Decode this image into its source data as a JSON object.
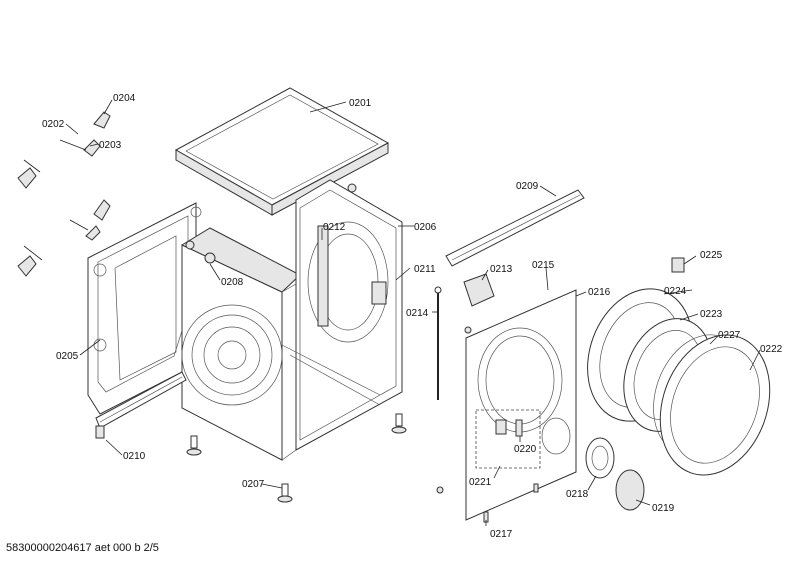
{
  "labels": {
    "p0201": "0201",
    "p0202": "0202",
    "p0203": "0203",
    "p0204": "0204",
    "p0205": "0205",
    "p0206": "0206",
    "p0207": "0207",
    "p0208": "0208",
    "p0209": "0209",
    "p0210": "0210",
    "p0211": "0211",
    "p0212": "0212",
    "p0213": "0213",
    "p0214": "0214",
    "p0215": "0215",
    "p0216": "0216",
    "p0217": "0217",
    "p0218": "0218",
    "p0219": "0219",
    "p0220": "0220",
    "p0221": "0221",
    "p0222": "0222",
    "p0223": "0223",
    "p0224": "0224",
    "p0225": "0225",
    "p0227": "0227"
  },
  "footer": "58300000204617 aet 000 b 2/5"
}
